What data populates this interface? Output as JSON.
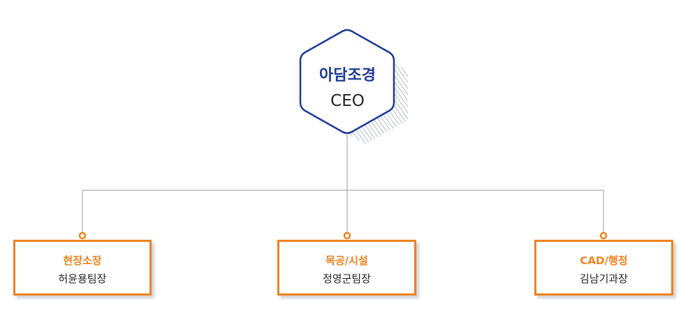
{
  "ceo": {
    "company": "아담조경",
    "role": "CEO"
  },
  "departments": [
    {
      "name": "현장소장",
      "head": "허윤용팀장"
    },
    {
      "name": "목공/시설",
      "head": "정영군팀장"
    },
    {
      "name": "CAD/행정",
      "head": "김남기과장"
    }
  ],
  "colors": {
    "ceo_border": "#1d3a94",
    "dept_accent": "#f0821e",
    "connector": "#9a9a9a"
  }
}
